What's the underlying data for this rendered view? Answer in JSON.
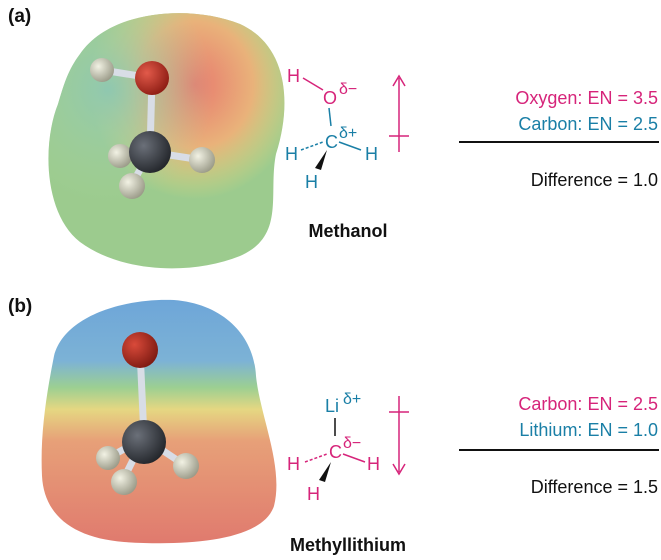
{
  "colors": {
    "magenta": "#d6247a",
    "teal": "#1a7fa6",
    "ink": "#111111"
  },
  "panels": [
    {
      "label": "(a)",
      "molecule_name": "Methanol",
      "structure": {
        "top_atom": "H",
        "hetero": "O",
        "hetero_charge": "δ−",
        "carbon": "C",
        "carbon_charge": "δ+",
        "h_left": "H",
        "h_right": "H",
        "h_bottom": "H"
      },
      "en_rows": [
        {
          "element": "Oxygen:",
          "value": "EN = 3.5",
          "color": "#d6247a"
        },
        {
          "element": "Carbon:",
          "value": "EN = 2.5",
          "color": "#1a7fa6"
        }
      ],
      "difference": "Difference = 1.0"
    },
    {
      "label": "(b)",
      "molecule_name": "Methyllithium",
      "structure": {
        "metal": "Li",
        "metal_charge": "δ+",
        "carbon": "C",
        "carbon_charge": "δ−",
        "h_left": "H",
        "h_right": "H",
        "h_bottom": "H"
      },
      "en_rows": [
        {
          "element": "Carbon:",
          "value": "EN = 2.5",
          "color": "#d6247a"
        },
        {
          "element": "Lithium:",
          "value": "EN = 1.0",
          "color": "#1a7fa6"
        }
      ],
      "difference": "Difference = 1.5"
    }
  ]
}
